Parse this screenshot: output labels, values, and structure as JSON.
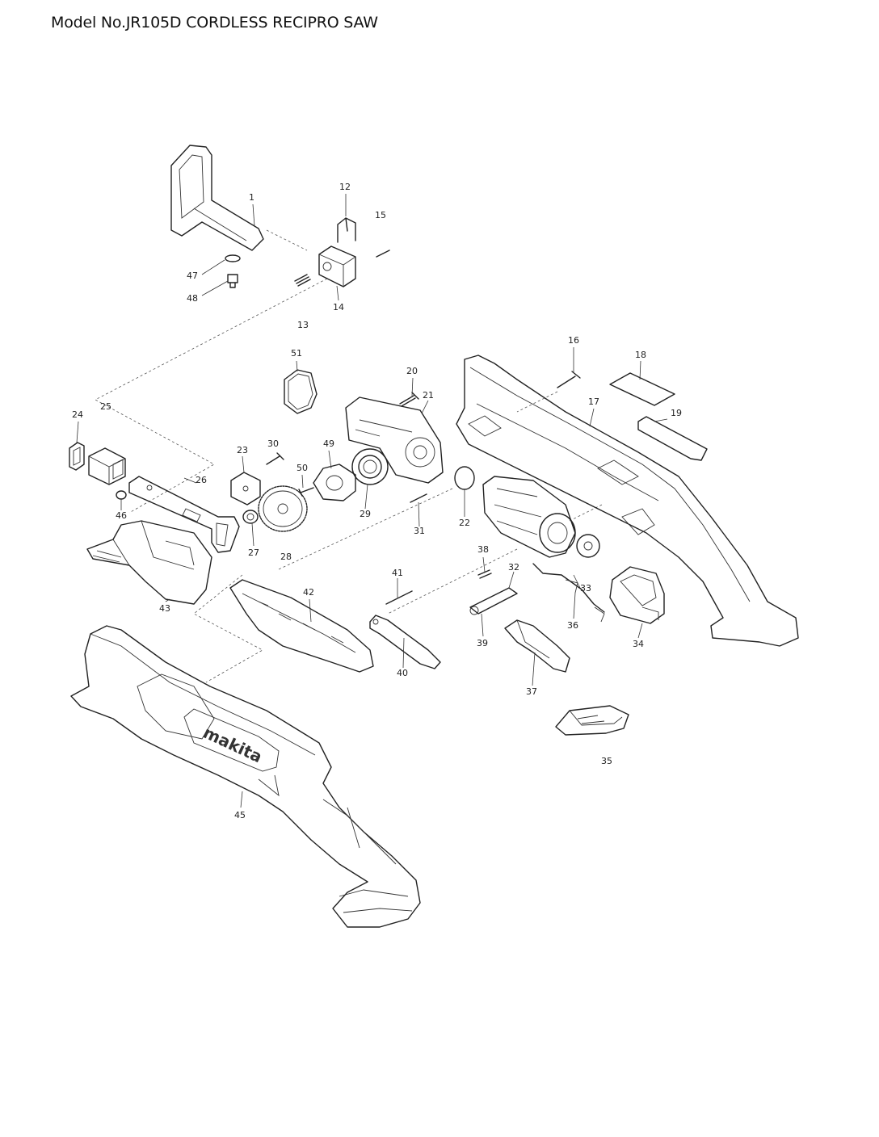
{
  "page": {
    "title": "Model No.JR105D CORDLESS RECIPRO SAW"
  },
  "diagram": {
    "brand_logo_text": "makita",
    "part_numbers": [
      "1",
      "12",
      "15",
      "47",
      "48",
      "14",
      "13",
      "51",
      "20",
      "21",
      "16",
      "18",
      "17",
      "19",
      "24",
      "25",
      "23",
      "30",
      "49",
      "50",
      "26",
      "29",
      "22",
      "31",
      "46",
      "27",
      "28",
      "38",
      "32",
      "33",
      "43",
      "42",
      "41",
      "39",
      "36",
      "34",
      "40",
      "37",
      "35",
      "45"
    ]
  }
}
